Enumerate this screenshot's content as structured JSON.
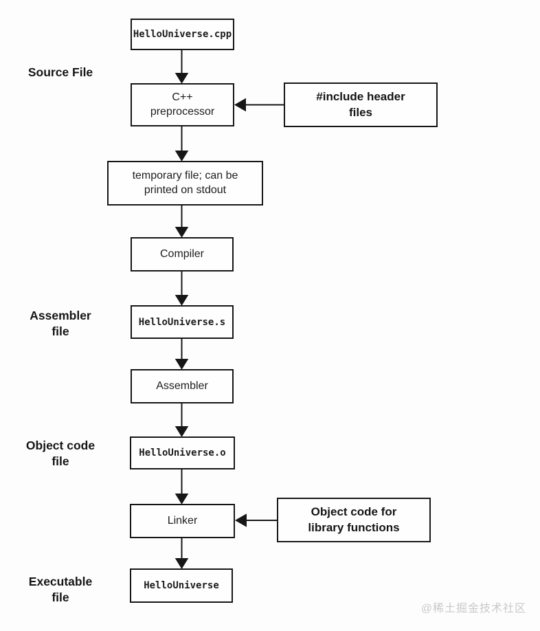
{
  "colors": {
    "line": "#161616",
    "box_border": "#161616",
    "watermark": "#c9c9c9",
    "background": "#fdfdfd"
  },
  "watermark": {
    "text": "@稀土掘金技术社区"
  },
  "flowchart": {
    "stage_labels": [
      {
        "id": "source-file",
        "text": "Source File"
      },
      {
        "id": "assembler-file",
        "text": "Assembler\nfile"
      },
      {
        "id": "object-code-file",
        "text": "Object code\nfile"
      },
      {
        "id": "executable-file",
        "text": "Executable\nfile"
      }
    ],
    "nodes": [
      {
        "id": "hellouniverse-cpp",
        "label": "HelloUniverse.cpp",
        "style": "mono"
      },
      {
        "id": "cpp-preprocessor",
        "label": "C++\npreprocessor",
        "style": "plain"
      },
      {
        "id": "temporary-file",
        "label": "temporary file; can be\nprinted on stdout",
        "style": "plain"
      },
      {
        "id": "compiler",
        "label": "Compiler",
        "style": "plain"
      },
      {
        "id": "hellouniverse-s",
        "label": "HelloUniverse.s",
        "style": "mono"
      },
      {
        "id": "assembler",
        "label": "Assembler",
        "style": "plain"
      },
      {
        "id": "hellouniverse-o",
        "label": "HelloUniverse.o",
        "style": "mono"
      },
      {
        "id": "linker",
        "label": "Linker",
        "style": "plain"
      },
      {
        "id": "hellouniverse-exe",
        "label": "HelloUniverse",
        "style": "mono"
      }
    ],
    "side_inputs": [
      {
        "id": "include-headers",
        "label": "#include header\nfiles",
        "target": "cpp-preprocessor"
      },
      {
        "id": "library-object-code",
        "label": "Object code for\nlibrary functions",
        "target": "linker"
      }
    ]
  }
}
